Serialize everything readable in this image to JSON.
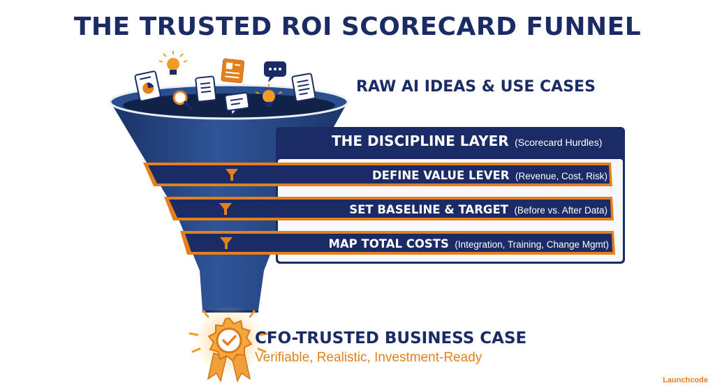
{
  "title": "THE TRUSTED ROI SCORECARD FUNNEL",
  "input_label": "RAW AI IDEAS & USE CASES",
  "discipline": {
    "title": "THE DISCIPLINE LAYER",
    "subtitle": "(Scorecard Hurdles)"
  },
  "steps": [
    {
      "title": "DEFINE VALUE LEVER",
      "detail": "(Revenue, Cost, Risk)"
    },
    {
      "title": "SET BASELINE & TARGET",
      "detail": "(Before vs. After Data)"
    },
    {
      "title": "MAP TOTAL COSTS",
      "detail": "(Integration, Training, Change Mgmt)"
    }
  ],
  "output": {
    "title": "CFO-TRUSTED BUSINESS CASE",
    "subtitle": "Verifiable, Realistic, Investment-Ready"
  },
  "brand": "Launchcode",
  "colors": {
    "navy": "#1b2b66",
    "funnel_blue": "#25457f",
    "accent_orange": "#e57f1c"
  },
  "icons": [
    "document-chart-icon",
    "lightbulb-icon",
    "magnifier-icon",
    "document-icon",
    "article-icon",
    "chat-bubble-icon",
    "comment-icon",
    "document-lines-icon",
    "award-badge-icon",
    "funnel-icon"
  ]
}
